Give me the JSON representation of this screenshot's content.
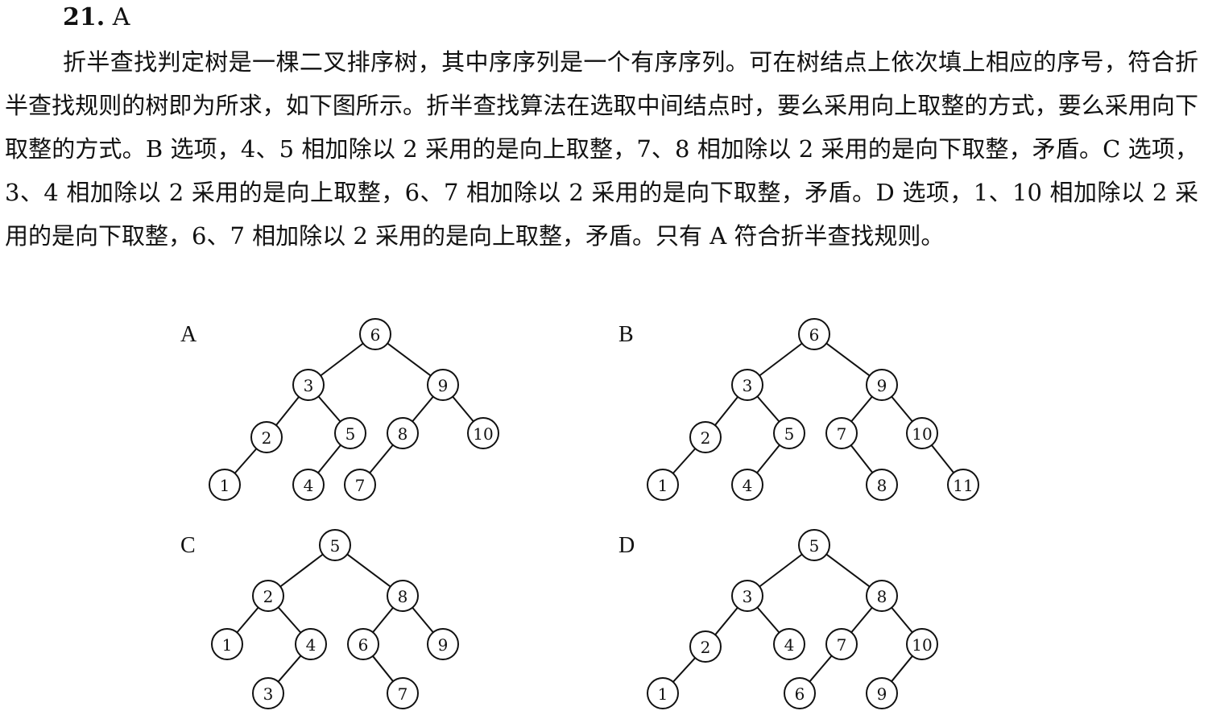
{
  "question": {
    "number": "21.",
    "answer": "A"
  },
  "explanation": "折半查找判定树是一棵二叉排序树，其中序序列是一个有序序列。可在树结点上依次填上相应的序号，符合折半查找规则的树即为所求，如下图所示。折半查找算法在选取中间结点时，要么采用向上取整的方式，要么采用向下取整的方式。B 选项，4、5 相加除以 2 采用的是向上取整，7、8 相加除以 2 采用的是向下取整，矛盾。C 选项，3、4 相加除以 2 采用的是向上取整，6、7 相加除以 2 采用的是向下取整，矛盾。D 选项，1、10 相加除以 2 采用的是向下取整，6、7 相加除以 2 采用的是向上取整，矛盾。只有 A 符合折半查找规则。",
  "trees": [
    {
      "label": "A",
      "edges": [
        [
          "6",
          "3"
        ],
        [
          "6",
          "9"
        ],
        [
          "3",
          "2"
        ],
        [
          "3",
          "5"
        ],
        [
          "2",
          "1"
        ],
        [
          "5",
          "4"
        ],
        [
          "9",
          "8"
        ],
        [
          "9",
          "10"
        ],
        [
          "8",
          "7"
        ]
      ]
    },
    {
      "label": "B",
      "edges": [
        [
          "6",
          "3"
        ],
        [
          "6",
          "9"
        ],
        [
          "3",
          "2"
        ],
        [
          "3",
          "5"
        ],
        [
          "2",
          "1"
        ],
        [
          "5",
          "4"
        ],
        [
          "9",
          "7"
        ],
        [
          "9",
          "10"
        ],
        [
          "7",
          "8"
        ],
        [
          "10",
          "11"
        ]
      ]
    },
    {
      "label": "C",
      "edges": [
        [
          "5",
          "2"
        ],
        [
          "5",
          "8"
        ],
        [
          "2",
          "1"
        ],
        [
          "2",
          "4"
        ],
        [
          "4",
          "3"
        ],
        [
          "8",
          "6"
        ],
        [
          "8",
          "9"
        ],
        [
          "6",
          "7"
        ]
      ]
    },
    {
      "label": "D",
      "edges": [
        [
          "5",
          "3"
        ],
        [
          "5",
          "8"
        ],
        [
          "3",
          "2"
        ],
        [
          "3",
          "4"
        ],
        [
          "2",
          "1"
        ],
        [
          "8",
          "7"
        ],
        [
          "8",
          "10"
        ],
        [
          "7",
          "6"
        ],
        [
          "10",
          "9"
        ]
      ]
    }
  ]
}
